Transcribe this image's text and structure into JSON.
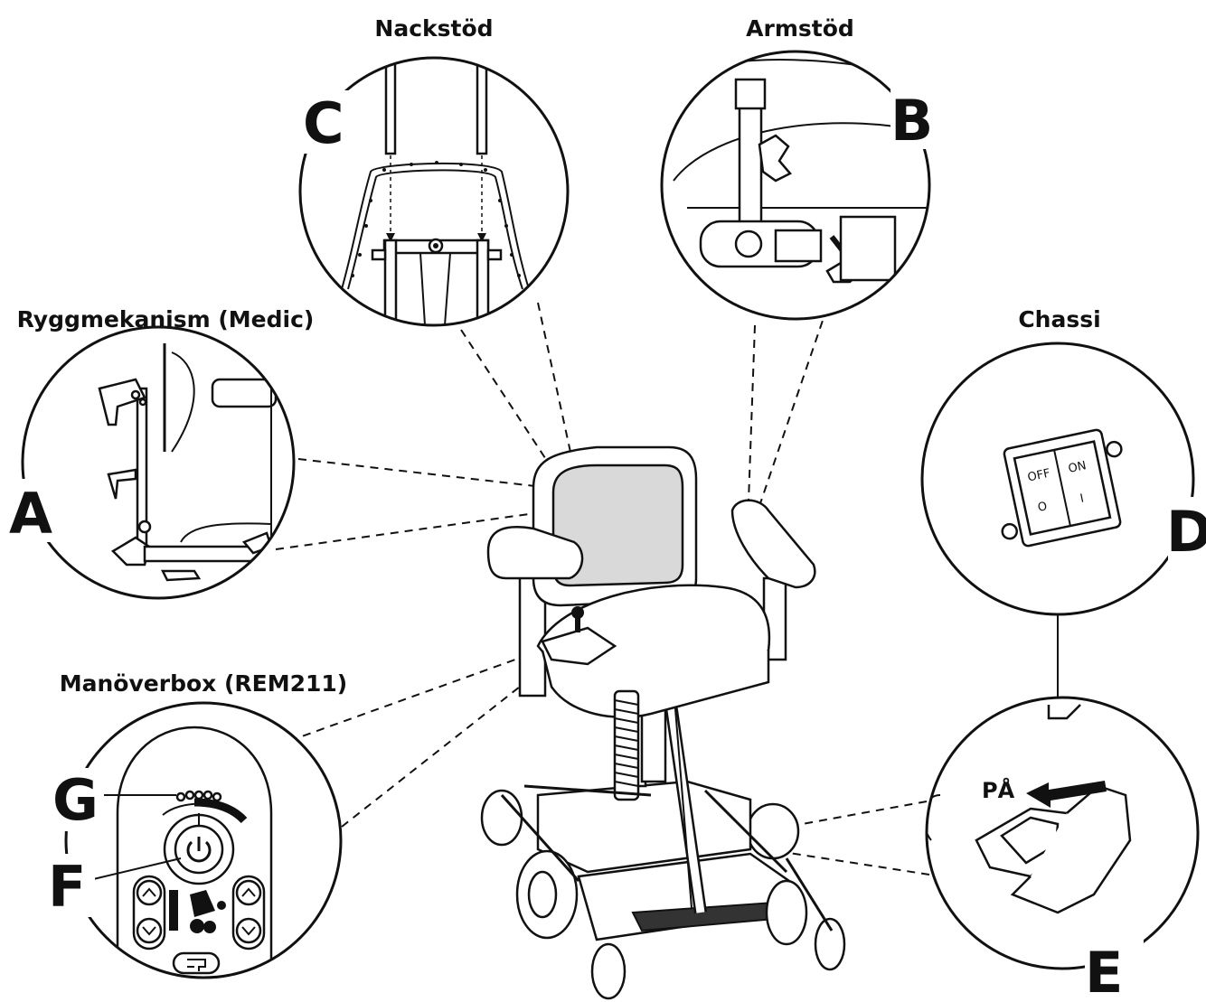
{
  "headings": {
    "neck_rest": "Nackstöd",
    "armrest": "Armstöd",
    "back_mechanism": "Ryggmekanism (Medic)",
    "chassis": "Chassi",
    "control_box": "Manöverbox (REM211)"
  },
  "letters": {
    "a": "A",
    "b": "B",
    "c": "C",
    "d": "D",
    "e": "E",
    "f": "F",
    "g": "G"
  },
  "switch": {
    "off": "OFF",
    "off_symbol": "O",
    "on": "ON",
    "on_symbol": "I"
  },
  "on_arrow_label": "PÅ",
  "icons": [
    "power-icon",
    "chevron-up-icon",
    "chevron-down-icon",
    "horn-icon",
    "seat-icon",
    "battery-indicator-icon"
  ],
  "colors": {
    "ink": "#111111",
    "seat_gray": "#d9d9d9",
    "background": "#ffffff"
  }
}
